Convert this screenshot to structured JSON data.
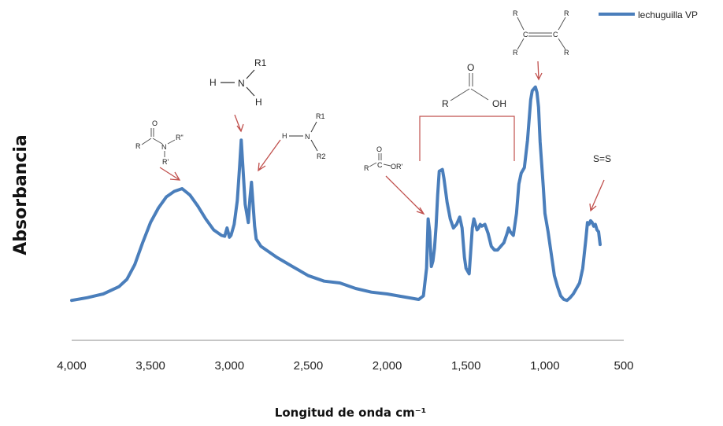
{
  "chart_data": {
    "type": "line",
    "xlabel": "Longitud de onda cm⁻¹",
    "ylabel": "Absorbancia",
    "xlim": [
      4000,
      500
    ],
    "ylim": [
      0,
      1
    ],
    "x_ticks": [
      "4,000",
      "3,500",
      "3,000",
      "2,500",
      "2,000",
      "1,500",
      "1,000",
      "500"
    ],
    "legend": {
      "position": "top-right"
    },
    "series": [
      {
        "name": "lechuguilla VP",
        "color": "#4a7ebb",
        "x": [
          4000,
          3900,
          3800,
          3700,
          3650,
          3600,
          3550,
          3500,
          3450,
          3400,
          3350,
          3300,
          3250,
          3200,
          3150,
          3100,
          3050,
          3030,
          3015,
          3000,
          2990,
          2970,
          2950,
          2935,
          2925,
          2915,
          2900,
          2880,
          2870,
          2860,
          2850,
          2840,
          2830,
          2800,
          2700,
          2600,
          2500,
          2400,
          2300,
          2200,
          2100,
          2000,
          1900,
          1800,
          1770,
          1750,
          1740,
          1730,
          1720,
          1710,
          1700,
          1690,
          1680,
          1670,
          1650,
          1640,
          1620,
          1600,
          1580,
          1560,
          1540,
          1525,
          1510,
          1500,
          1480,
          1460,
          1450,
          1430,
          1420,
          1410,
          1400,
          1380,
          1360,
          1340,
          1320,
          1300,
          1280,
          1260,
          1240,
          1230,
          1220,
          1200,
          1180,
          1165,
          1150,
          1130,
          1110,
          1090,
          1080,
          1060,
          1050,
          1040,
          1030,
          1010,
          1000,
          980,
          960,
          940,
          920,
          900,
          880,
          860,
          840,
          820,
          800,
          780,
          760,
          740,
          730,
          720,
          710,
          700,
          690,
          680,
          670,
          660,
          650
        ],
        "y": [
          0.025,
          0.04,
          0.06,
          0.1,
          0.14,
          0.22,
          0.34,
          0.45,
          0.53,
          0.59,
          0.62,
          0.635,
          0.6,
          0.54,
          0.47,
          0.41,
          0.38,
          0.375,
          0.42,
          0.37,
          0.38,
          0.44,
          0.57,
          0.76,
          0.9,
          0.76,
          0.55,
          0.45,
          0.58,
          0.67,
          0.55,
          0.43,
          0.36,
          0.32,
          0.26,
          0.21,
          0.16,
          0.13,
          0.12,
          0.09,
          0.07,
          0.06,
          0.045,
          0.03,
          0.05,
          0.2,
          0.47,
          0.4,
          0.21,
          0.24,
          0.31,
          0.43,
          0.6,
          0.73,
          0.74,
          0.69,
          0.56,
          0.47,
          0.42,
          0.44,
          0.48,
          0.42,
          0.26,
          0.2,
          0.17,
          0.42,
          0.47,
          0.41,
          0.42,
          0.44,
          0.43,
          0.44,
          0.39,
          0.32,
          0.3,
          0.3,
          0.32,
          0.34,
          0.39,
          0.42,
          0.4,
          0.38,
          0.5,
          0.66,
          0.72,
          0.75,
          0.9,
          1.12,
          1.17,
          1.19,
          1.16,
          1.08,
          0.89,
          0.64,
          0.5,
          0.4,
          0.28,
          0.16,
          0.1,
          0.05,
          0.03,
          0.025,
          0.04,
          0.06,
          0.09,
          0.12,
          0.2,
          0.36,
          0.45,
          0.44,
          0.46,
          0.45,
          0.43,
          0.44,
          0.41,
          0.4,
          0.33
        ]
      }
    ],
    "annotations": [
      {
        "label": "R",
        "role": "amide R"
      },
      {
        "label": "O",
        "role": "amide O"
      },
      {
        "label": "N",
        "role": "amide N"
      },
      {
        "label": "R\"",
        "role": "amide R2"
      },
      {
        "label": "R'",
        "role": "amide R1"
      },
      {
        "label": "H",
        "role": "amine H"
      },
      {
        "label": "N",
        "role": "amine N"
      },
      {
        "label": "R1",
        "role": "amine R1"
      },
      {
        "label": "H",
        "role": "amine H2"
      },
      {
        "label": "H",
        "role": "sec amine H"
      },
      {
        "label": "N",
        "role": "sec amine N"
      },
      {
        "label": "R1",
        "role": "sec amine R1"
      },
      {
        "label": "R2",
        "role": "sec amine R2"
      },
      {
        "label": "R",
        "role": "ester R"
      },
      {
        "label": "O",
        "role": "ester O"
      },
      {
        "label": "C",
        "role": "ester C"
      },
      {
        "label": "OR'",
        "role": "ester OR"
      },
      {
        "label": "R",
        "role": "acid R"
      },
      {
        "label": "O",
        "role": "acid O"
      },
      {
        "label": "OH",
        "role": "acid OH"
      },
      {
        "label": "R",
        "role": "alkene R tl"
      },
      {
        "label": "R",
        "role": "alkene R tr"
      },
      {
        "label": "R",
        "role": "alkene R bl"
      },
      {
        "label": "R",
        "role": "alkene R br"
      },
      {
        "label": "C",
        "role": "alkene C1"
      },
      {
        "label": "C",
        "role": "alkene C2"
      },
      {
        "label": "S=S",
        "role": "disulfide"
      }
    ]
  }
}
